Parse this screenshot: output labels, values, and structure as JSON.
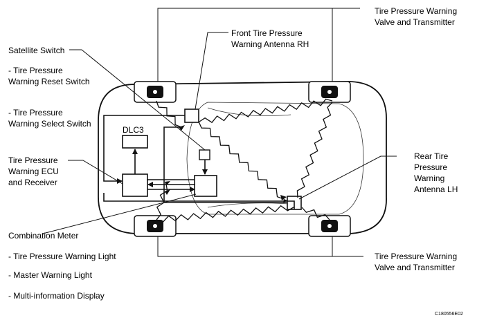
{
  "diagram": {
    "labels": {
      "valve_top_1": "Tire Pressure Warning",
      "valve_top_2": "Valve and Transmitter",
      "front_antenna_1": "Front Tire Pressure",
      "front_antenna_2": "Warning Antenna RH",
      "satellite_switch": "Satellite Switch",
      "reset_switch_1": "- Tire Pressure",
      "reset_switch_2": "Warning Reset Switch",
      "select_switch_1": "- Tire Pressure",
      "select_switch_2": "Warning Select Switch",
      "dlc3": "DLC3",
      "ecu_1": "Tire Pressure",
      "ecu_2": "Warning ECU",
      "ecu_3": "and Receiver",
      "rear_antenna_1": "Rear Tire",
      "rear_antenna_2": "Pressure",
      "rear_antenna_3": "Warning",
      "rear_antenna_4": "Antenna LH",
      "combination_meter": "Combination Meter",
      "meter_item_1": "- Tire Pressure Warning Light",
      "meter_item_2": "- Master Warning Light",
      "meter_item_3": "- Multi-information Display",
      "valve_bottom_1": "Tire Pressure Warning",
      "valve_bottom_2": "Valve and Transmitter",
      "figure_code": "C180556E02"
    }
  }
}
